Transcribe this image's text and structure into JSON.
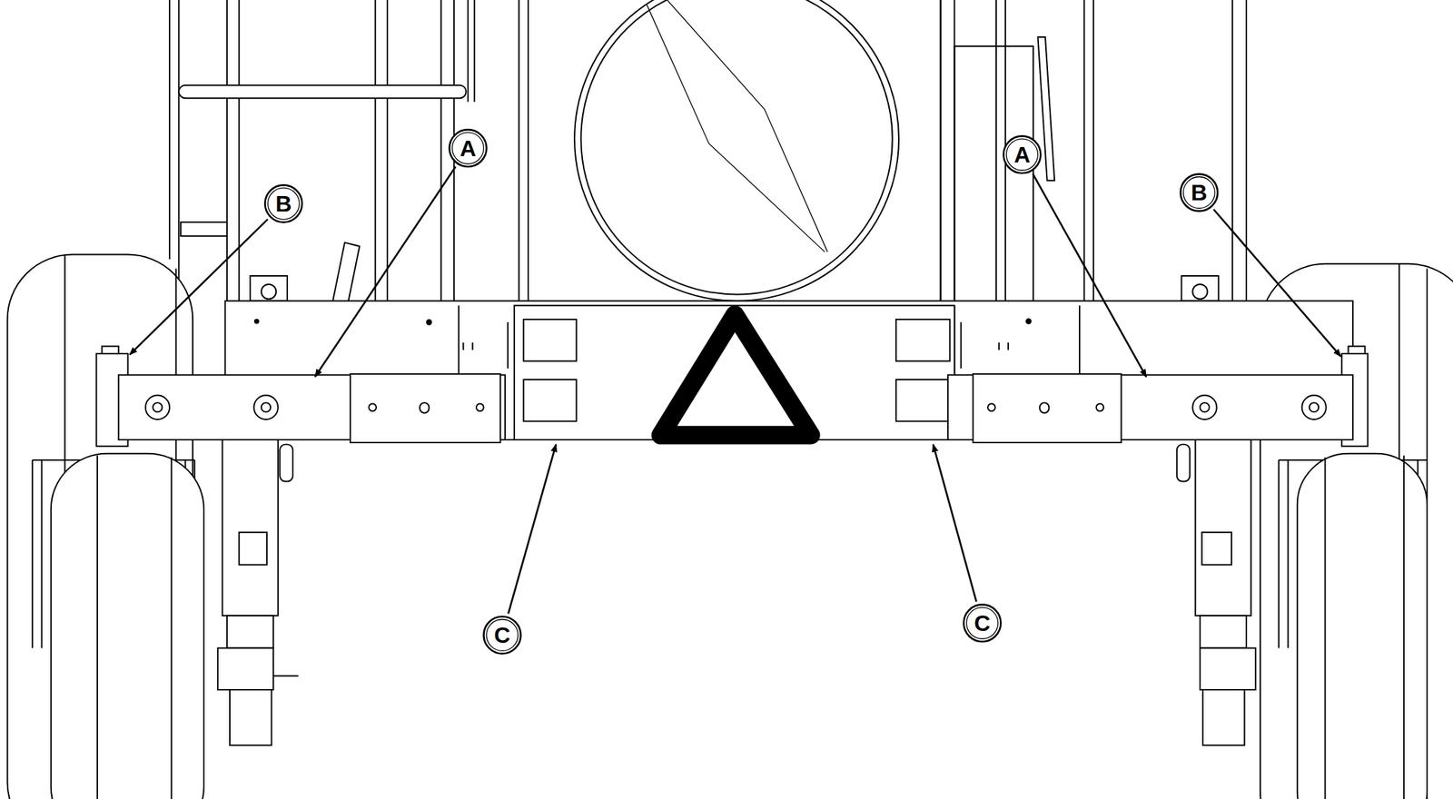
{
  "diagram": {
    "labels": [
      "A",
      "A",
      "B",
      "B",
      "C",
      "C"
    ]
  }
}
